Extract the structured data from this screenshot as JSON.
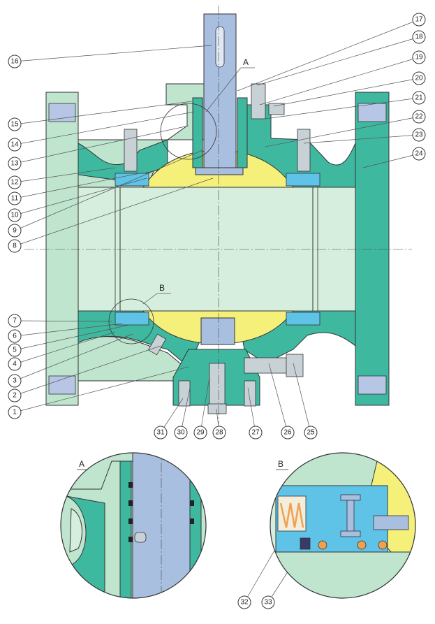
{
  "detail_labels": {
    "a": "A",
    "b": "B"
  },
  "detail_titles": {
    "a": "A",
    "b": "B"
  },
  "colors": {
    "body_teal": "#3fb8a0",
    "body_light_green": "#bfe5cf",
    "bore_pale": "#d6eedd",
    "ball_yellow": "#f5f07a",
    "stem_blue": "#a9bfe0",
    "seat_blue": "#5fc3e8",
    "bolt_gray": "#c8d2d6",
    "spring_orange": "#f0a050",
    "outline": "#333333"
  },
  "callouts_left": [
    {
      "id": "16",
      "label": "16"
    },
    {
      "id": "15",
      "label": "15"
    },
    {
      "id": "14",
      "label": "14"
    },
    {
      "id": "13",
      "label": "13"
    },
    {
      "id": "12",
      "label": "12"
    },
    {
      "id": "11",
      "label": "11"
    },
    {
      "id": "10",
      "label": "10"
    },
    {
      "id": "9",
      "label": "9"
    },
    {
      "id": "8",
      "label": "8"
    },
    {
      "id": "7",
      "label": "7"
    },
    {
      "id": "6",
      "label": "6"
    },
    {
      "id": "5",
      "label": "5"
    },
    {
      "id": "4",
      "label": "4"
    },
    {
      "id": "3",
      "label": "3"
    },
    {
      "id": "2",
      "label": "2"
    },
    {
      "id": "1",
      "label": "1"
    }
  ],
  "callouts_right": [
    {
      "id": "17",
      "label": "17"
    },
    {
      "id": "18",
      "label": "18"
    },
    {
      "id": "19",
      "label": "19"
    },
    {
      "id": "20",
      "label": "20"
    },
    {
      "id": "21",
      "label": "21"
    },
    {
      "id": "22",
      "label": "22"
    },
    {
      "id": "23",
      "label": "23"
    },
    {
      "id": "24",
      "label": "24"
    }
  ],
  "callouts_bottom": [
    {
      "id": "31",
      "label": "31"
    },
    {
      "id": "30",
      "label": "30"
    },
    {
      "id": "29",
      "label": "29"
    },
    {
      "id": "28",
      "label": "28"
    },
    {
      "id": "27",
      "label": "27"
    },
    {
      "id": "26",
      "label": "26"
    },
    {
      "id": "25",
      "label": "25"
    }
  ],
  "callouts_detail_b": [
    {
      "id": "32",
      "label": "32"
    },
    {
      "id": "33",
      "label": "33"
    }
  ]
}
